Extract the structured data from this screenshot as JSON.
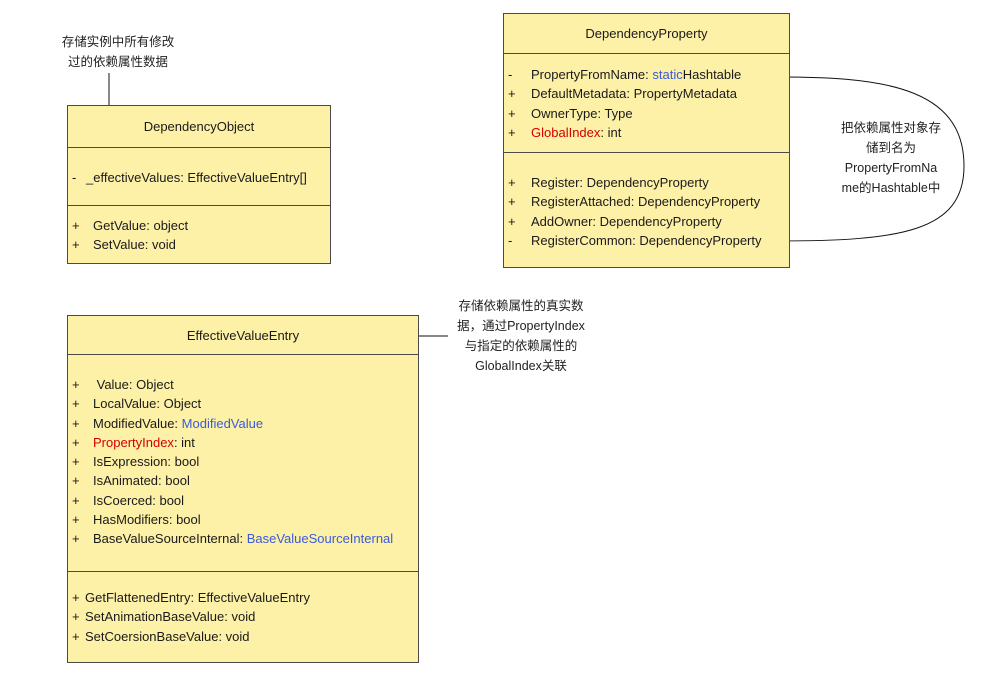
{
  "notes": {
    "dependency_object": [
      "存储实例中所有修改",
      "过的依赖属性数据"
    ],
    "effective_value_entry": [
      "存储依赖属性的真实数",
      "据，通过PropertyIndex",
      "与指定的依赖属性的",
      "GlobalIndex关联"
    ],
    "dependency_property": [
      "把依赖属性对象存",
      "储到名为",
      "PropertyFromNa",
      "me的Hashtable中"
    ]
  },
  "dependency_object": {
    "title": "DependencyObject",
    "fields": [
      {
        "vis": "-",
        "name": "_effectiveValues: EffectiveValueEntry[]"
      }
    ],
    "methods": [
      {
        "vis": "+",
        "name": "GetValue: object"
      },
      {
        "vis": "+",
        "name": "SetValue: void"
      }
    ]
  },
  "dependency_property": {
    "title": "DependencyProperty",
    "fields": [
      {
        "vis": "-",
        "name": "PropertyFromName: ",
        "typed": "static",
        "rest": " Hashtable"
      },
      {
        "vis": "+",
        "name": "DefaultMetadata: PropertyMetadata"
      },
      {
        "vis": "+",
        "name": "OwnerType: Type"
      },
      {
        "vis": "+",
        "red": "GlobalIndex",
        "rest": ": int"
      }
    ],
    "methods": [
      {
        "vis": "+",
        "name": "Register: DependencyProperty"
      },
      {
        "vis": "+",
        "name": "RegisterAttached: DependencyProperty"
      },
      {
        "vis": "+",
        "name": "AddOwner: DependencyProperty"
      },
      {
        "vis": "-",
        "name": "RegisterCommon: DependencyProperty"
      }
    ]
  },
  "effective_value_entry": {
    "title": "EffectiveValueEntry",
    "fields": [
      {
        "vis": "+",
        "name": " Value: Object"
      },
      {
        "vis": "+",
        "name": "LocalValue: Object"
      },
      {
        "vis": "+",
        "name": "ModifiedValue: ",
        "typed": "ModifiedValue"
      },
      {
        "vis": "+",
        "red": "PropertyIndex",
        "rest": ": int"
      },
      {
        "vis": "+",
        "name": "IsExpression: bool"
      },
      {
        "vis": "+",
        "name": "IsAnimated: bool"
      },
      {
        "vis": "+",
        "name": "IsCoerced: bool"
      },
      {
        "vis": "+",
        "name": "HasModifiers: bool"
      },
      {
        "vis": "+",
        "name": "BaseValueSourceInternal: ",
        "typed": "BaseValueSourceInternal"
      }
    ],
    "methods": [
      {
        "vis": "+",
        "name": "GetFlattenedEntry: EffectiveValueEntry"
      },
      {
        "vis": "+",
        "name": "SetAnimationBaseValue: void"
      },
      {
        "vis": "+",
        "name": "SetCoersionBaseValue: void"
      }
    ]
  },
  "colors": {
    "class_fill": "#fdf0a7",
    "type_blue": "#3b5bdb",
    "highlight_red": "#d40000"
  }
}
